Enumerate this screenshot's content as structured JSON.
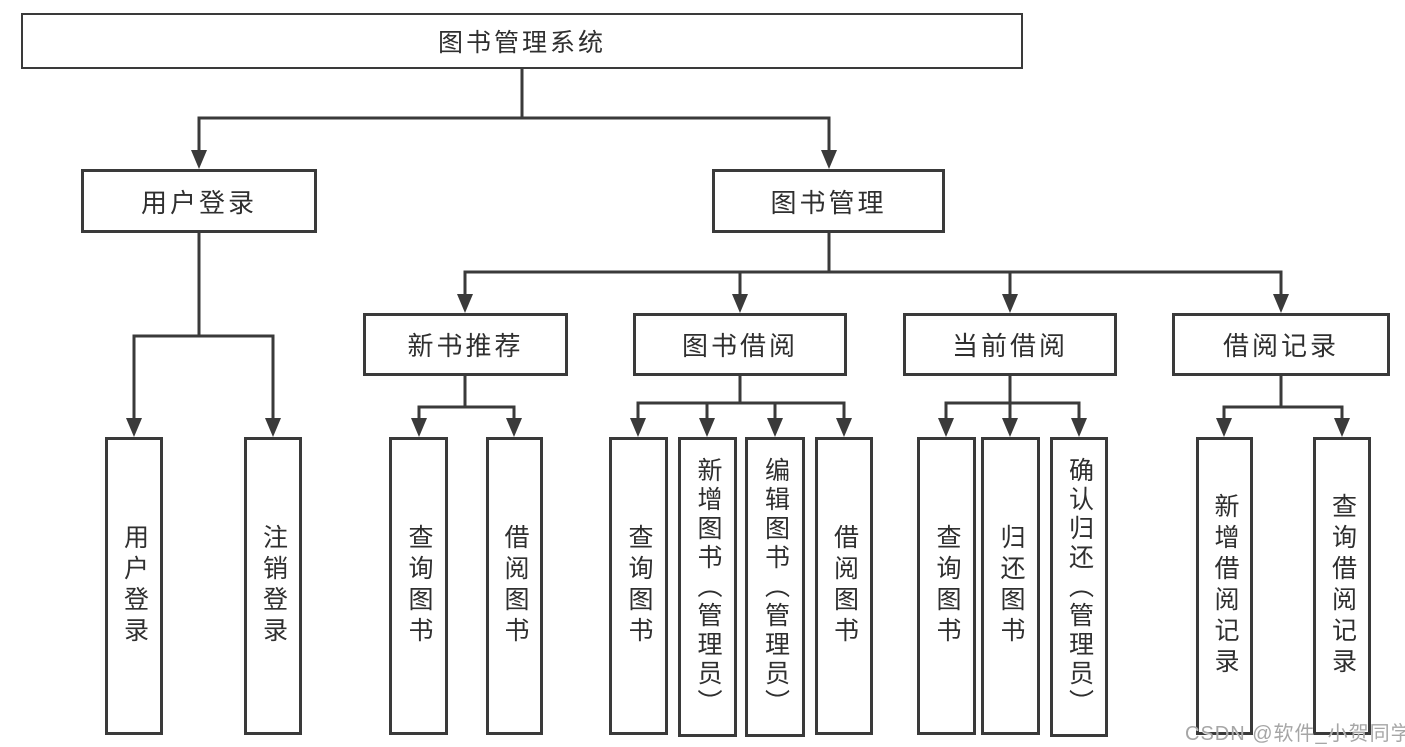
{
  "diagram_title": "图书管理系统",
  "root": {
    "id": "library-management-system",
    "label": "图书管理系统"
  },
  "level2": [
    {
      "id": "user-login",
      "label": "用户登录",
      "parent": "library-management-system"
    },
    {
      "id": "book-management",
      "label": "图书管理",
      "parent": "library-management-system"
    }
  ],
  "level3": [
    {
      "id": "new-book-recommendation",
      "label": "新书推荐",
      "parent": "book-management"
    },
    {
      "id": "book-borrowing",
      "label": "图书借阅",
      "parent": "book-management"
    },
    {
      "id": "current-borrowing",
      "label": "当前借阅",
      "parent": "book-management"
    },
    {
      "id": "borrowing-records",
      "label": "借阅记录",
      "parent": "book-management"
    }
  ],
  "leaves": [
    {
      "id": "user-login-action",
      "label": "用户登录",
      "parent": "user-login"
    },
    {
      "id": "logout-action",
      "label": "注销登录",
      "parent": "user-login"
    },
    {
      "id": "recommend-query-books",
      "label": "查询图书",
      "parent": "new-book-recommendation"
    },
    {
      "id": "recommend-borrow-books",
      "label": "借阅图书",
      "parent": "new-book-recommendation"
    },
    {
      "id": "borrowing-query-books",
      "label": "查询图书",
      "parent": "book-borrowing"
    },
    {
      "id": "borrowing-add-books",
      "label": "新增图书（管理员）",
      "parent": "book-borrowing"
    },
    {
      "id": "borrowing-edit-books",
      "label": "编辑图书（管理员）",
      "parent": "book-borrowing"
    },
    {
      "id": "borrowing-borrow-books",
      "label": "借阅图书",
      "parent": "book-borrowing"
    },
    {
      "id": "current-query-books",
      "label": "查询图书",
      "parent": "current-borrowing"
    },
    {
      "id": "current-return-books",
      "label": "归还图书",
      "parent": "current-borrowing"
    },
    {
      "id": "current-confirm-return",
      "label": "确认归还（管理员）",
      "parent": "current-borrowing"
    },
    {
      "id": "records-add-record",
      "label": "新增借阅记录",
      "parent": "borrowing-records"
    },
    {
      "id": "records-query-record",
      "label": "查询借阅记录",
      "parent": "borrowing-records"
    }
  ],
  "watermark": "CSDN @软件_小贺同学",
  "colors": {
    "line": "#3a3a3a",
    "box_border": "#3a3a3a",
    "text": "#2f2f2f",
    "background": "#ffffff",
    "watermark": "#a6a6a6"
  }
}
